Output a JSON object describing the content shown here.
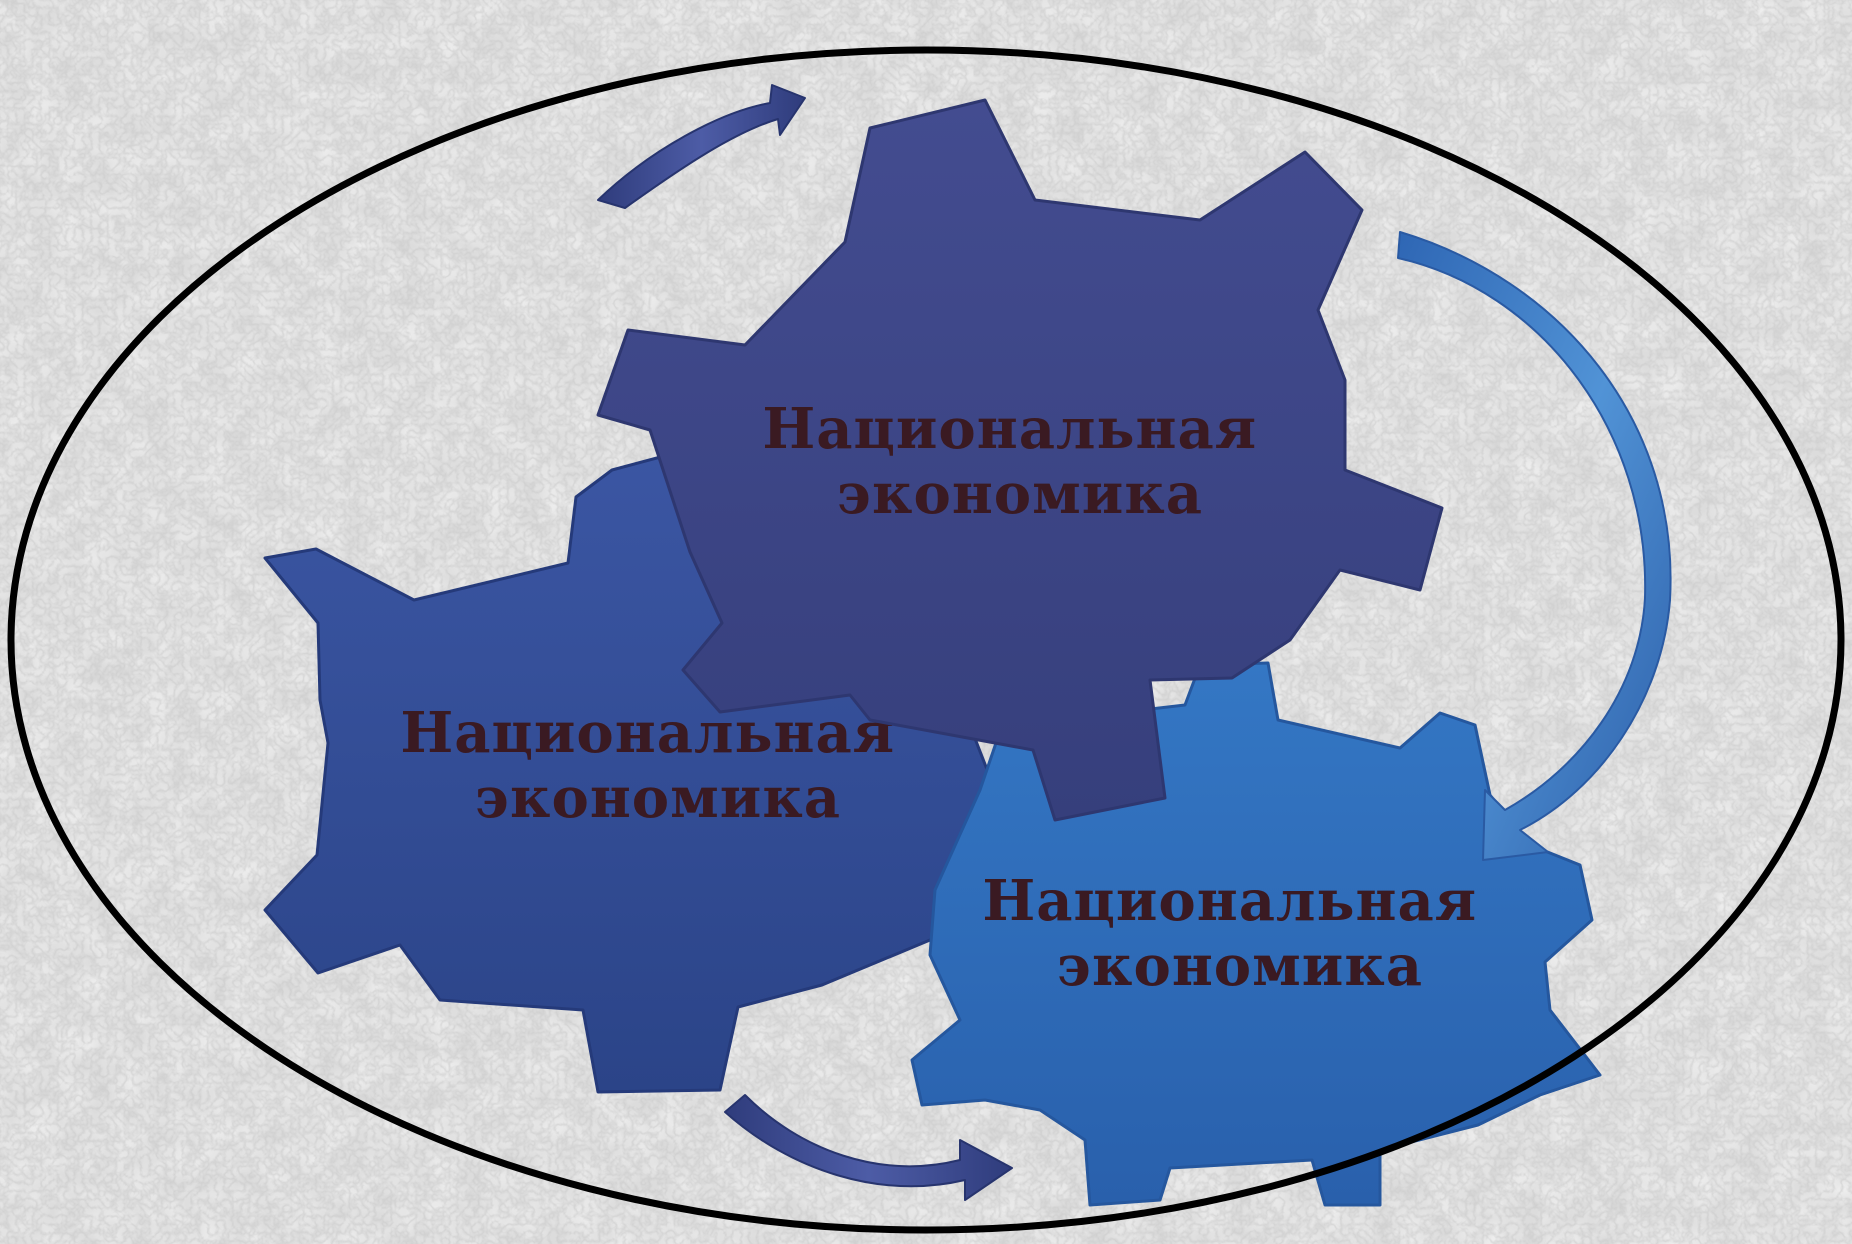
{
  "diagram": {
    "gears": [
      {
        "id": "left",
        "line1": "Национальная",
        "line2": "экономика",
        "color": "#334f98"
      },
      {
        "id": "top",
        "line1": "Национальная",
        "line2": "экономика",
        "color": "#3e4788"
      },
      {
        "id": "right",
        "line1": "Национальная",
        "line2": "экономика",
        "color": "#2f6cb8"
      }
    ],
    "colors": {
      "label": "#3a1a22",
      "outline": "#000000",
      "background": "#dcdcdc",
      "arrow_dark": "#3a4a8c",
      "arrow_light": "#3c78c0"
    }
  }
}
